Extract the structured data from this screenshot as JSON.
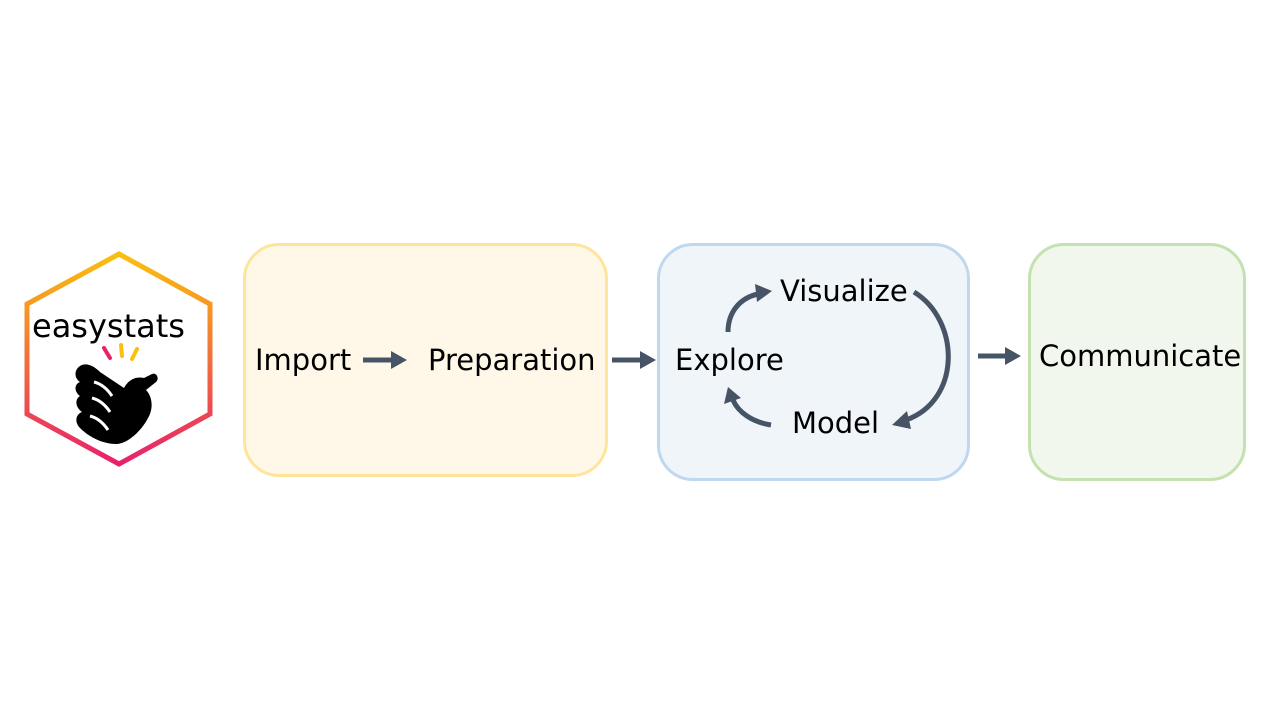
{
  "logo": {
    "name": "easystats"
  },
  "stages": {
    "import": "Import",
    "preparation": "Preparation",
    "explore": "Explore",
    "visualize": "Visualize",
    "model": "Model",
    "communicate": "Communicate"
  },
  "colors": {
    "arrow": "#465466",
    "prep_fill": "#fff8e9",
    "prep_border": "#ffe59b",
    "explore_fill": "#f0f5fa",
    "explore_border": "#bfd8ee",
    "communicate_fill": "#f2f7ee",
    "communicate_border": "#c4e1b0",
    "logo_gradient_top": "#fbbf0c",
    "logo_gradient_bottom": "#e8216a"
  }
}
